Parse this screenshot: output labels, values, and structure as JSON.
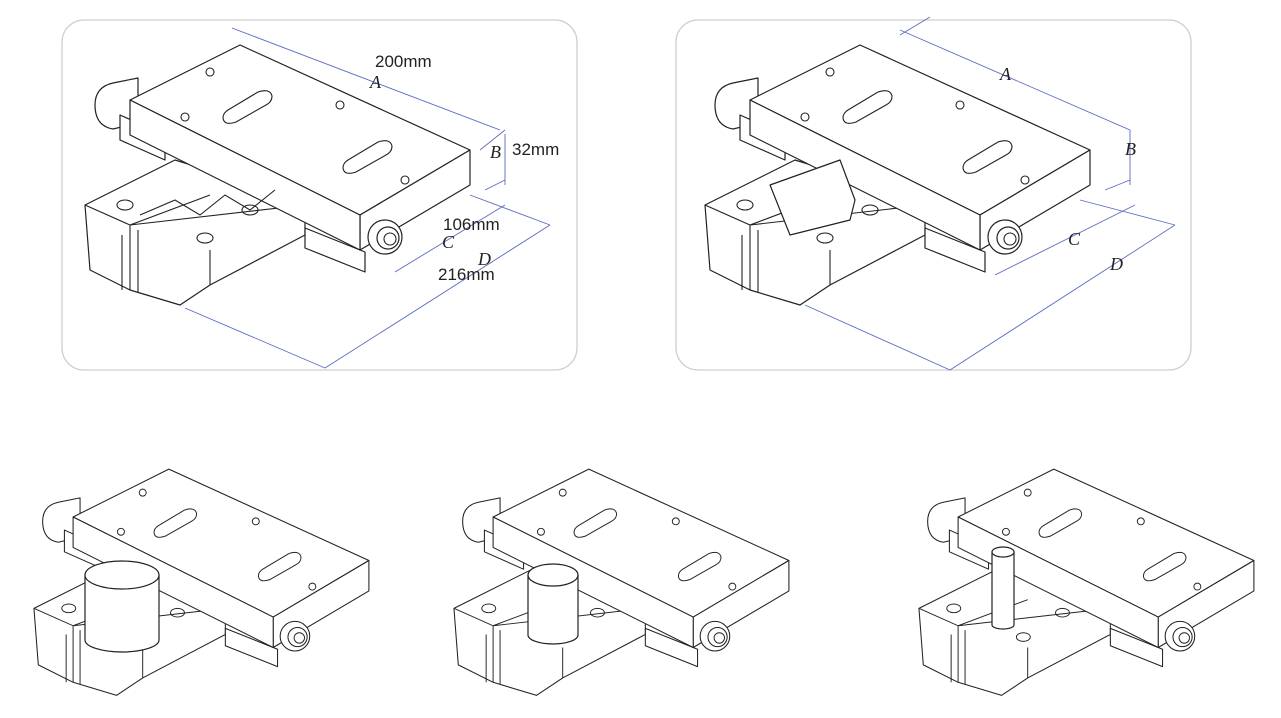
{
  "panels": [
    {
      "id": "dimensioned",
      "labels": {
        "A": "A",
        "B": "B",
        "C": "C",
        "D": "D"
      },
      "values": {
        "A": "200mm",
        "B": "32mm",
        "C": "106mm",
        "D": "216mm"
      }
    },
    {
      "id": "letters-only",
      "labels": {
        "A": "A",
        "B": "B",
        "C": "C",
        "D": "D"
      }
    }
  ],
  "variants": [
    {
      "name": "large-round-pole"
    },
    {
      "name": "medium-round-pole"
    },
    {
      "name": "small-round-pole"
    }
  ],
  "colors": {
    "dimension_line": "#5a6cc4",
    "panel_border": "#cfcfcf",
    "line": "#222222"
  }
}
